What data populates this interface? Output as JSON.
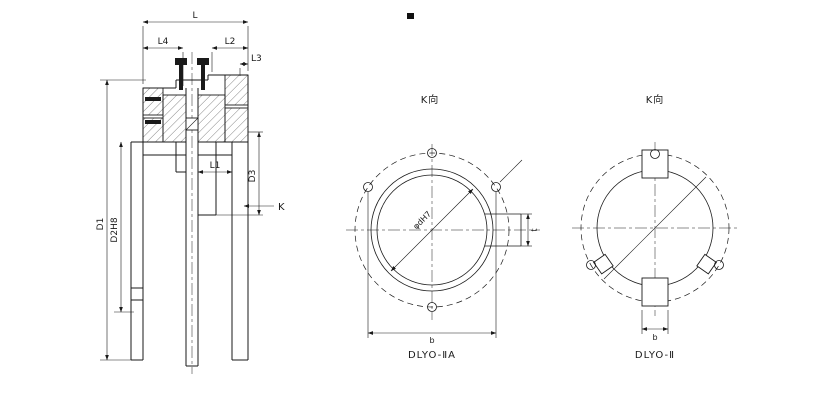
{
  "colors": {
    "ink": "#1a1a1a",
    "bg": "#ffffff"
  },
  "section_view": {
    "dim_overall_length": "L",
    "dim_hub_left": "L4",
    "dim_hub_right": "L2",
    "dim_flange": "L3",
    "dim_bore_depth": "L1",
    "dim_outer_dia": "D1",
    "dim_fit_dia": "D2H8",
    "dim_inner_dia": "D3",
    "view_arrow_label": "K"
  },
  "keyed_view": {
    "title": "K向",
    "bore_dim": "φdH7",
    "keyway_dim": "t",
    "width_dim": "b",
    "model": "DLYO-ⅡA"
  },
  "jaw_view": {
    "title": "K向",
    "slot_dim": "b",
    "model": "DLYO-Ⅱ"
  }
}
